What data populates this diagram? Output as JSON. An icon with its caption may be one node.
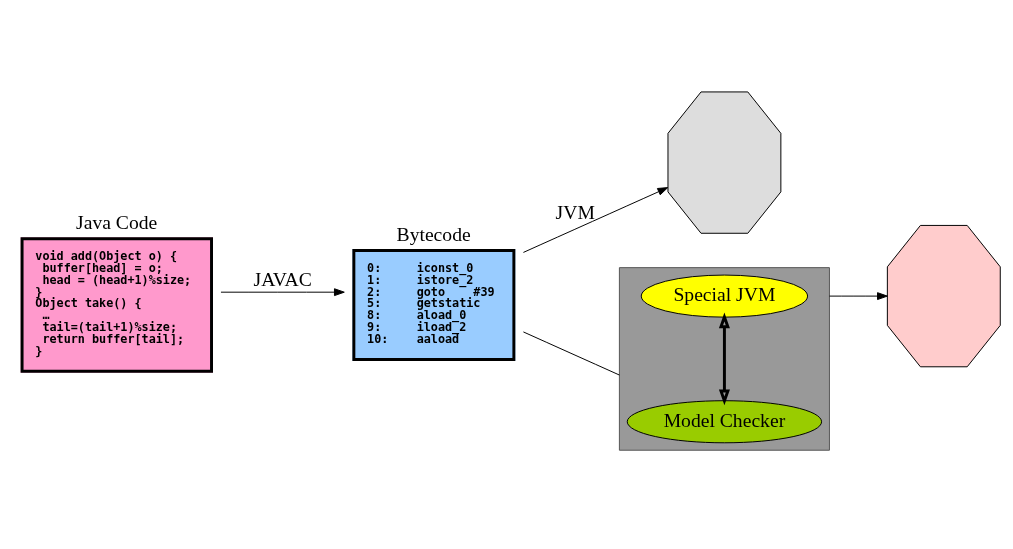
{
  "diagram": {
    "nodes": [
      {
        "text": [
          "Java Code",
          "void add(Object o) {",
          " buffer[head] = o;",
          " head = (head+1)%size;",
          "}",
          "Object take() {",
          " …",
          " tail=(tail+1)%size;",
          " return buffer[tail];",
          "}"
        ]
      },
      {
        "text": [
          "Bytecode",
          "0:     iconst_0",
          "1:     istore_2",
          "2:     goto    #39",
          "5:     getstatic",
          "8:     aload_0",
          "9:     iload_2",
          "10:    aaload"
        ]
      },
      {
        "text": [],
        "shape": "picture"
      },
      {
        "text": [],
        "shape": "box"
      },
      {
        "text": [
          "Model Checker"
        ],
        "in": 3
      },
      {
        "text": [
          "Special JVM"
        ],
        "in": 3
      },
      {
        "text": [],
        "shape": "picture"
      }
    ],
    "edges": [
      {
        "from": 0,
        "to": 1,
        "arrow": "to",
        "label": "JAVAC"
      },
      {
        "from": 1,
        "to": 2,
        "arrow": "to",
        "label": "JVM"
      },
      {
        "from": 1,
        "to": 3,
        "arrow": "none"
      },
      {
        "from": 4,
        "to": 5,
        "arrow": "both",
        "style": "thick"
      },
      {
        "from": 3,
        "to": 6,
        "arrow": "to"
      }
    ]
  }
}
